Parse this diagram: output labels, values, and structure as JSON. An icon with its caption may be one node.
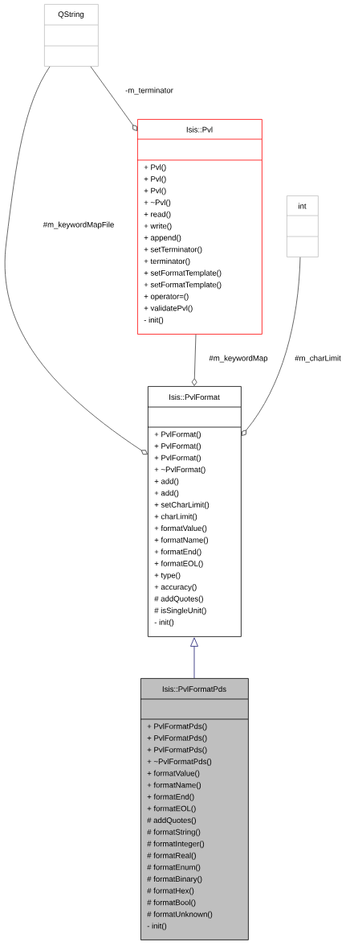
{
  "diagram": {
    "nodes": [
      {
        "text": [
          "QString"
        ]
      },
      {
        "text": [
          "Isis::Pvl",
          "+ Pvl()",
          "+ Pvl()",
          "+ Pvl()",
          "+ ~Pvl()",
          "+ read()",
          "+ write()",
          "+ append()",
          "+ setTerminator()",
          "+ terminator()",
          "+ setFormatTemplate()",
          "+ setFormatTemplate()",
          "+ operator=()",
          "+ validatePvl()",
          "- init()"
        ]
      },
      {
        "text": [
          "int"
        ]
      },
      {
        "text": [
          "Isis::PvlFormat",
          "+ PvlFormat()",
          "+ PvlFormat()",
          "+ PvlFormat()",
          "+ ~PvlFormat()",
          "+ add()",
          "+ add()",
          "+ setCharLimit()",
          "+ charLimit()",
          "+ formatValue()",
          "+ formatName()",
          "+ formatEnd()",
          "+ formatEOL()",
          "+ type()",
          "+ accuracy()",
          "# addQuotes()",
          "# isSingleUnit()",
          "- init()"
        ]
      },
      {
        "text": [
          "Isis::PvlFormatPds",
          "+ PvlFormatPds()",
          "+ PvlFormatPds()",
          "+ PvlFormatPds()",
          "+ ~PvlFormatPds()",
          "+ formatValue()",
          "+ formatName()",
          "+ formatEnd()",
          "+ formatEOL()",
          "# addQuotes()",
          "# formatString()",
          "# formatInteger()",
          "# formatReal()",
          "# formatEnum()",
          "# formatBinary()",
          "# formatHex()",
          "# formatBool()",
          "# formatUnknown()",
          "- init()"
        ]
      }
    ],
    "edges": [
      {
        "from": 0,
        "to": 1,
        "arrow": "other",
        "label": "-m_terminator"
      },
      {
        "from": 0,
        "to": 3,
        "arrow": "other",
        "label": "#m_keywordMapFile"
      },
      {
        "from": 1,
        "to": 3,
        "arrow": "other",
        "label": "#m_keywordMap"
      },
      {
        "from": 2,
        "to": 3,
        "arrow": "other",
        "label": "#m_charLimit"
      },
      {
        "from": 4,
        "to": 3,
        "arrow": "to",
        "color": "#191970"
      }
    ]
  }
}
